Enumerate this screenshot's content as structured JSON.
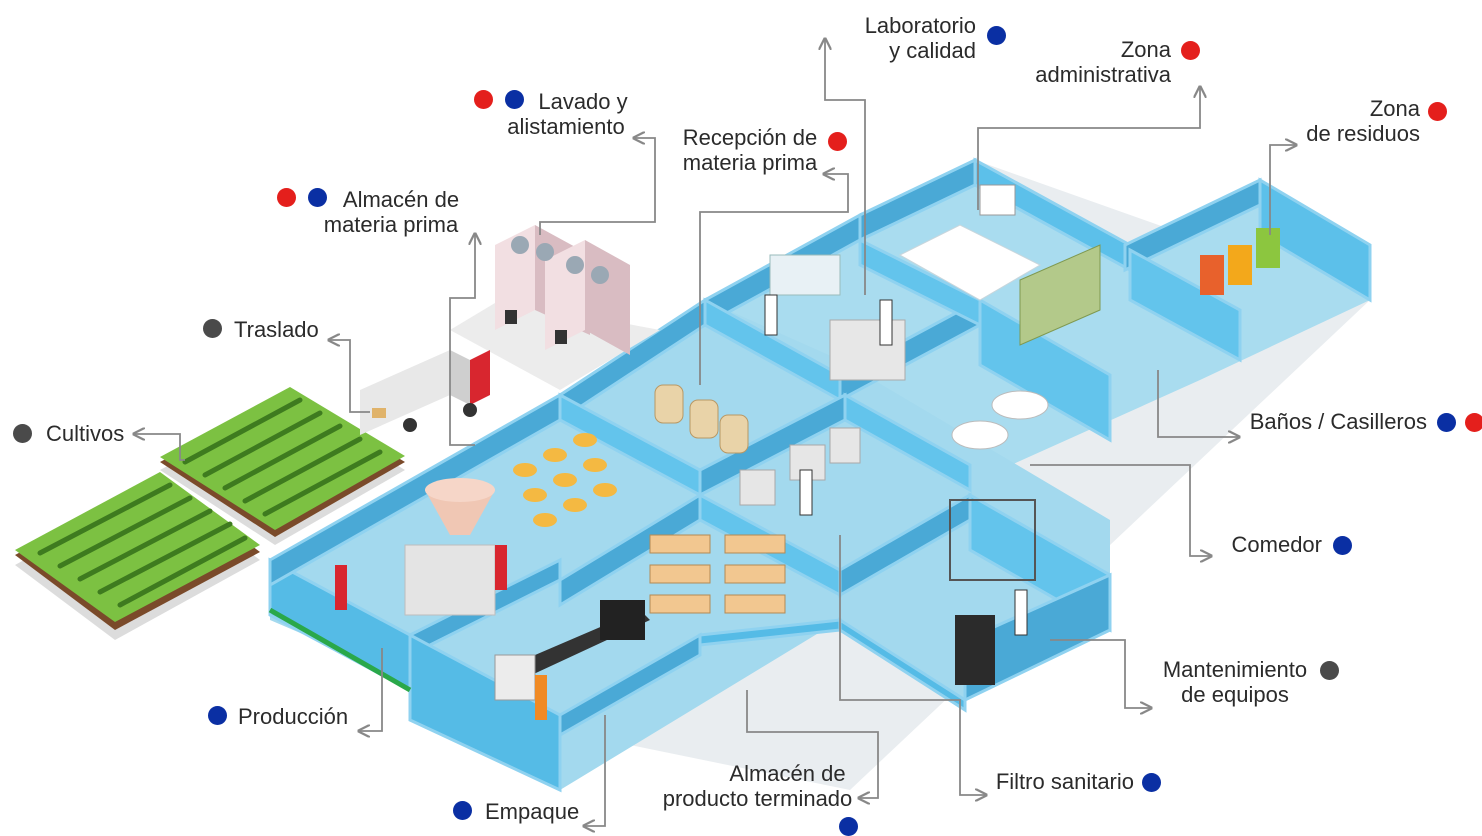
{
  "colors": {
    "red": "#e41f1c",
    "blue": "#0a2fa3",
    "gray": "#4a4a4a",
    "floor": "#a6dbef",
    "wall": "#4fb8e4",
    "wall_top": "#8fd2f0",
    "connector": "#888888",
    "field": "#7cc142",
    "soil": "#7a4a2a"
  },
  "labels": {
    "laboratorio": {
      "lines": [
        "Laboratorio",
        "y calidad"
      ],
      "dots": [
        "blue"
      ]
    },
    "zona_admin": {
      "lines": [
        "Zona",
        "administrativa"
      ],
      "dots": [
        "red"
      ]
    },
    "lavado": {
      "lines": [
        "Lavado y",
        "alistamiento"
      ],
      "dots": [
        "red",
        "blue"
      ]
    },
    "recepcion": {
      "lines": [
        "Recepción de",
        "materia prima"
      ],
      "dots": [
        "red"
      ]
    },
    "zona_residuos": {
      "lines": [
        "Zona",
        "de residuos"
      ],
      "dots": [
        "red"
      ]
    },
    "almacen_mp": {
      "lines": [
        "Almacén de",
        "materia prima"
      ],
      "dots": [
        "red",
        "blue"
      ]
    },
    "traslado": {
      "lines": [
        "Traslado"
      ],
      "dots": [
        "gray"
      ]
    },
    "cultivos": {
      "lines": [
        "Cultivos"
      ],
      "dots": [
        "gray"
      ]
    },
    "banos": {
      "lines": [
        "Baños / Casilleros"
      ],
      "dots": [
        "blue",
        "red"
      ]
    },
    "comedor": {
      "lines": [
        "Comedor"
      ],
      "dots": [
        "blue"
      ]
    },
    "mantenimiento": {
      "lines": [
        "Mantenimiento",
        "de equipos"
      ],
      "dots": [
        "gray"
      ]
    },
    "produccion": {
      "lines": [
        "Producción"
      ],
      "dots": [
        "blue"
      ]
    },
    "filtro": {
      "lines": [
        "Filtro sanitario"
      ],
      "dots": [
        "blue"
      ]
    },
    "almacen_pt": {
      "lines": [
        "Almacén de",
        "producto terminado"
      ],
      "dots": [
        "blue"
      ]
    },
    "empaque": {
      "lines": [
        "Empaque"
      ],
      "dots": [
        "blue"
      ]
    }
  }
}
